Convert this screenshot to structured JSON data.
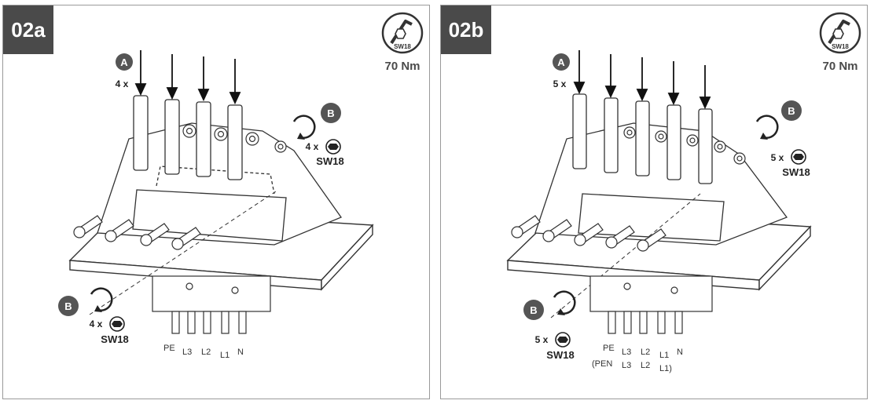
{
  "panels": [
    {
      "id": "02a",
      "step_label": "02a",
      "torque": "70 Nm",
      "tool_icon_label": "SW18",
      "label_A": "A",
      "count_A": "4 x",
      "label_B_top": "B",
      "count_B_top": "4 x",
      "tool_B_top": "SW18",
      "label_B_bottom": "B",
      "count_B_bottom": "4 x",
      "tool_B_bottom": "SW18",
      "terminals": [
        "PE",
        "L3",
        "L2",
        "L1",
        "N"
      ],
      "terminals_alt": []
    },
    {
      "id": "02b",
      "step_label": "02b",
      "torque": "70 Nm",
      "tool_icon_label": "SW18",
      "label_A": "A",
      "count_A": "5 x",
      "label_B_top": "B",
      "count_B_top": "5 x",
      "tool_B_top": "SW18",
      "label_B_bottom": "B",
      "count_B_bottom": "5 x",
      "tool_B_bottom": "SW18",
      "terminals": [
        "PE",
        "L3",
        "L2",
        "L1",
        "N"
      ],
      "terminals_alt": [
        "(PEN",
        "L3",
        "L2",
        "L1)"
      ]
    }
  ]
}
